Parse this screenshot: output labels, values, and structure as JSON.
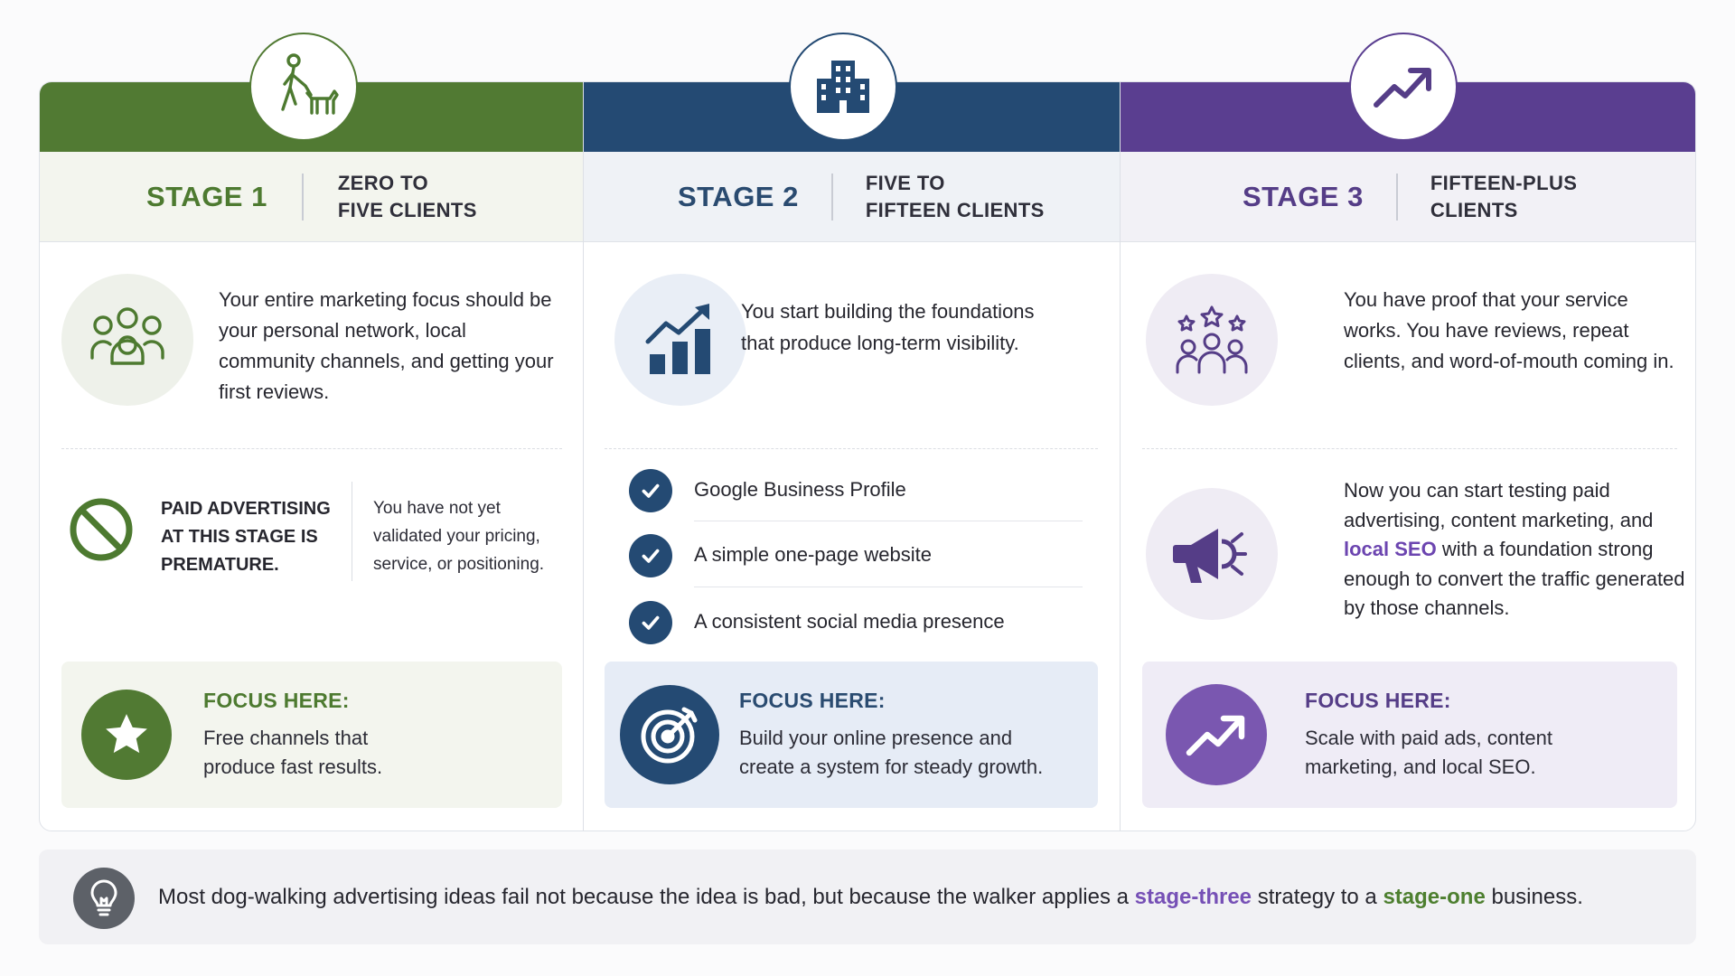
{
  "stages": [
    {
      "label": "STAGE 1",
      "subtitle": "ZERO TO\nFIVE CLIENTS",
      "color": "#517a33",
      "intro": "Your entire marketing focus should be your personal network, local community channels, and getting your first reviews.",
      "warning_title": "PAID ADVERTISING AT THIS STAGE IS PREMATURE.",
      "warning_text": "You have not yet validated your pricing, service, or positioning.",
      "focus_title": "FOCUS HERE:",
      "focus_text": "Free channels that\nproduce fast results."
    },
    {
      "label": "STAGE 2",
      "subtitle": "FIVE TO\nFIFTEEN CLIENTS",
      "color": "#244a73",
      "intro": "You start building the foundations that produce long-term visibility.",
      "checklist": [
        "Google Business Profile",
        "A simple one-page website",
        "A consistent social media presence"
      ],
      "focus_title": "FOCUS HERE:",
      "focus_text": "Build your online presence and\ncreate a system for steady growth."
    },
    {
      "label": "STAGE 3",
      "subtitle": "FIFTEEN-PLUS\nCLIENTS",
      "color": "#5a3e90",
      "intro": "You have proof that your service works. You have reviews, repeat clients, and word-of-mouth coming in.",
      "paid_text_before": "Now you can start testing paid advertising, content marketing, and ",
      "paid_text_highlight": "local SEO",
      "paid_text_after": " with a foundation strong enough to convert the traffic generated by those channels.",
      "focus_title": "FOCUS HERE:",
      "focus_text": "Scale with paid ads, content\nmarketing, and local SEO."
    }
  ],
  "footer": {
    "part1": "Most dog-walking advertising ideas fail not because the idea is bad, but because the walker applies a ",
    "highlight1": "stage-three",
    "part2": " strategy to a ",
    "highlight2": "stage-one",
    "part3": " business."
  },
  "icons": {
    "stage1_medal": "person-walking-dog-icon",
    "stage2_medal": "office-building-icon",
    "stage3_medal": "trending-up-arrow-icon",
    "stage1_intro": "community-people-icon",
    "stage1_warning": "prohibited-icon",
    "stage1_focus": "star-icon",
    "stage2_intro": "growth-bar-chart-icon",
    "stage2_check": "checkmark-icon",
    "stage2_focus": "target-arrow-icon",
    "stage3_intro": "rated-team-icon",
    "stage3_paid": "megaphone-icon",
    "stage3_focus": "trending-up-arrow-icon",
    "footer": "lightbulb-icon"
  }
}
